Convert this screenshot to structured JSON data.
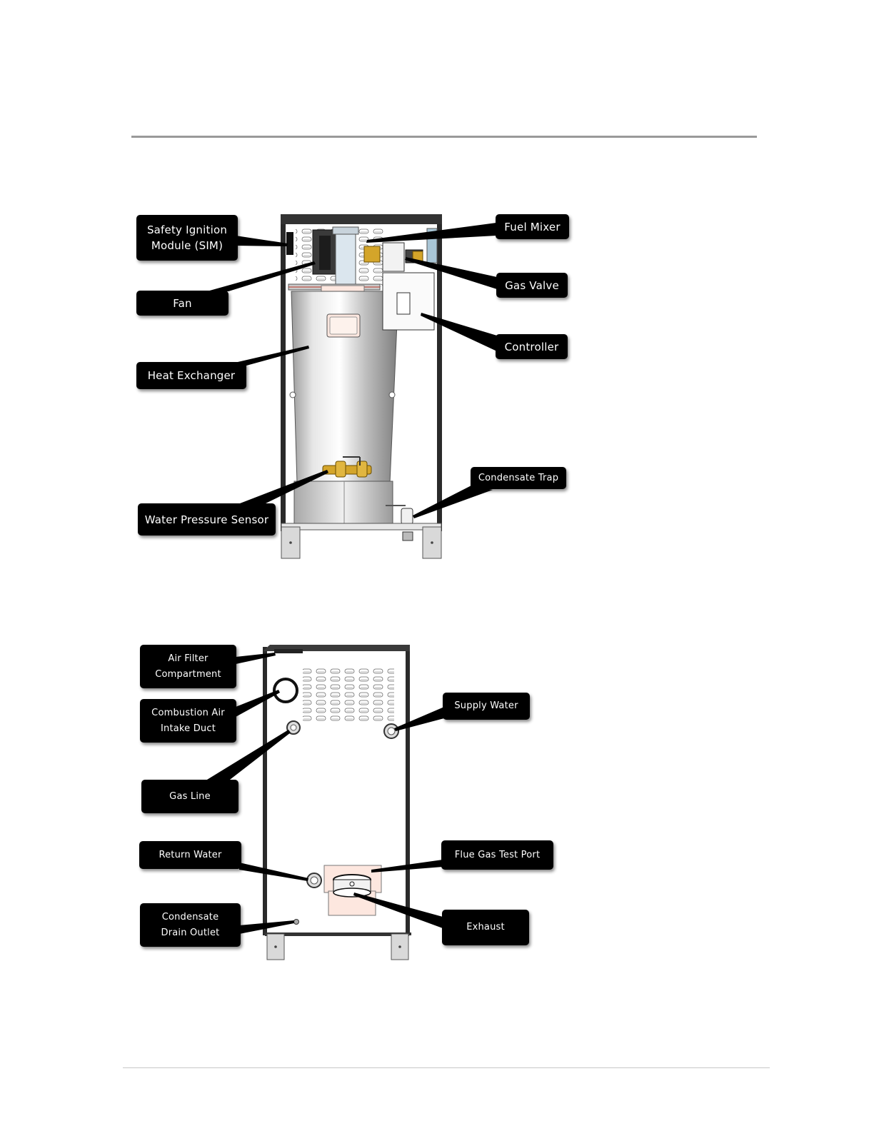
{
  "front_view": {
    "labels": {
      "sim": "Safety Ignition\nModule (SIM)",
      "fan": "Fan",
      "heat_exchanger": "Heat Exchanger",
      "water_pressure_sensor": "Water Pressure Sensor",
      "fuel_mixer": "Fuel Mixer",
      "gas_valve": "Gas Valve",
      "controller": "Controller",
      "condensate_trap": "Condensate Trap"
    }
  },
  "rear_view": {
    "labels": {
      "air_filter": "Air Filter\nCompartment",
      "combustion_air": "Combustion Air\nIntake Duct",
      "gas_line": "Gas Line",
      "return_water": "Return Water",
      "condensate_drain": "Condensate\nDrain Outlet",
      "supply_water": "Supply Water",
      "flue_gas_test_port": "Flue Gas Test Port",
      "exhaust": "Exhaust"
    }
  },
  "colors": {
    "callout_bg": "#000000",
    "callout_text": "#ffffff",
    "frame": "#2a2a2a",
    "brass": "#d4a52a",
    "panel": "#ffffff",
    "shade_light": "#e8e8e8"
  }
}
